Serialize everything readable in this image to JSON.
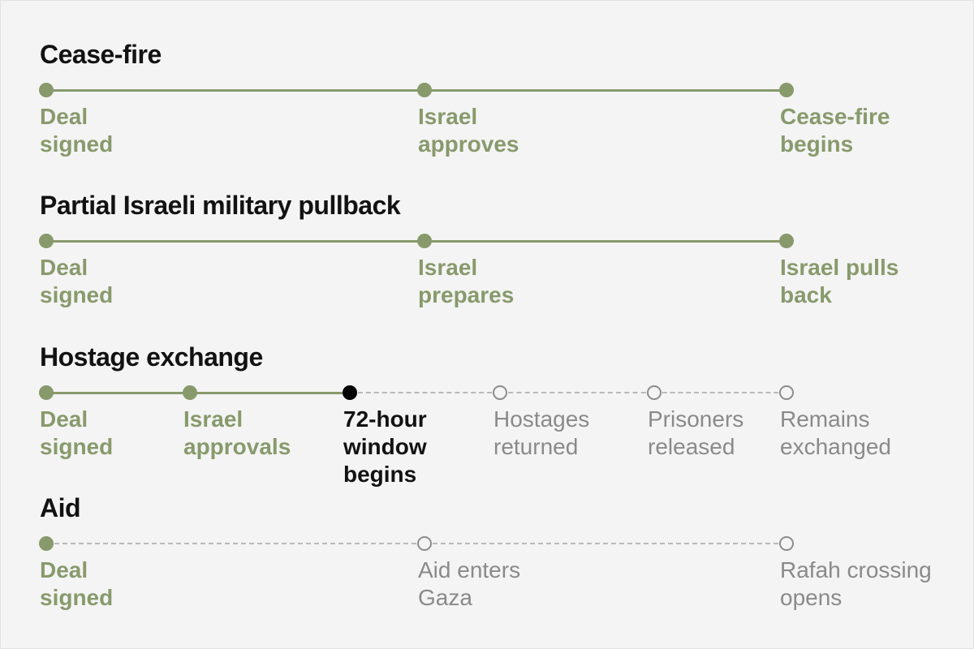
{
  "sections": [
    {
      "title": "Cease-fire",
      "steps": [
        {
          "label": "Deal signed",
          "status": "done"
        },
        {
          "label": "Israel approves",
          "status": "done"
        },
        {
          "label": "Cease-fire begins",
          "status": "done"
        }
      ]
    },
    {
      "title": "Partial Israeli military pullback",
      "steps": [
        {
          "label": "Deal signed",
          "status": "done"
        },
        {
          "label": "Israel prepares",
          "status": "done"
        },
        {
          "label": "Israel pulls back",
          "status": "done"
        }
      ]
    },
    {
      "title": "Hostage exchange",
      "steps": [
        {
          "label": "Deal signed",
          "status": "done"
        },
        {
          "label": "Israel approvals",
          "status": "done"
        },
        {
          "label": "72-hour window begins",
          "status": "current"
        },
        {
          "label": "Hostages returned",
          "status": "pending"
        },
        {
          "label": "Prisoners released",
          "status": "pending"
        },
        {
          "label": "Remains exchanged",
          "status": "pending"
        }
      ]
    },
    {
      "title": "Aid",
      "steps": [
        {
          "label": "Deal signed",
          "status": "done"
        },
        {
          "label": "Aid enters Gaza",
          "status": "pending"
        },
        {
          "label": "Rafah crossing opens",
          "status": "pending"
        }
      ]
    }
  ],
  "colors": {
    "done": "#889a6c",
    "current": "#000000",
    "pending": "#8c8c8c",
    "title": "#121212"
  }
}
